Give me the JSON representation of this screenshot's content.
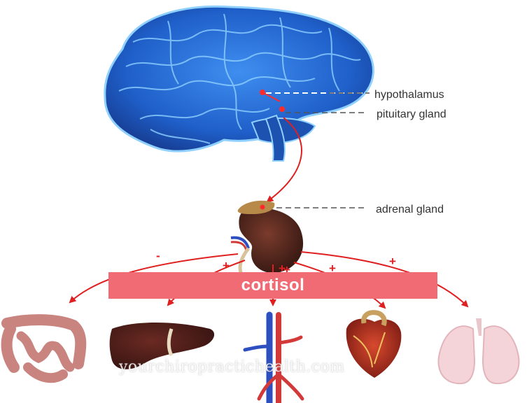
{
  "labels": {
    "hypothalamus": "hypothalamus",
    "pituitary": "pituitary gland",
    "adrenal": "adrenal gland"
  },
  "banner": {
    "text": "cortisol"
  },
  "signs": [
    "-",
    "+",
    "+",
    "+",
    "+",
    "+"
  ],
  "watermark": "yourchiropractichealth.com"
}
